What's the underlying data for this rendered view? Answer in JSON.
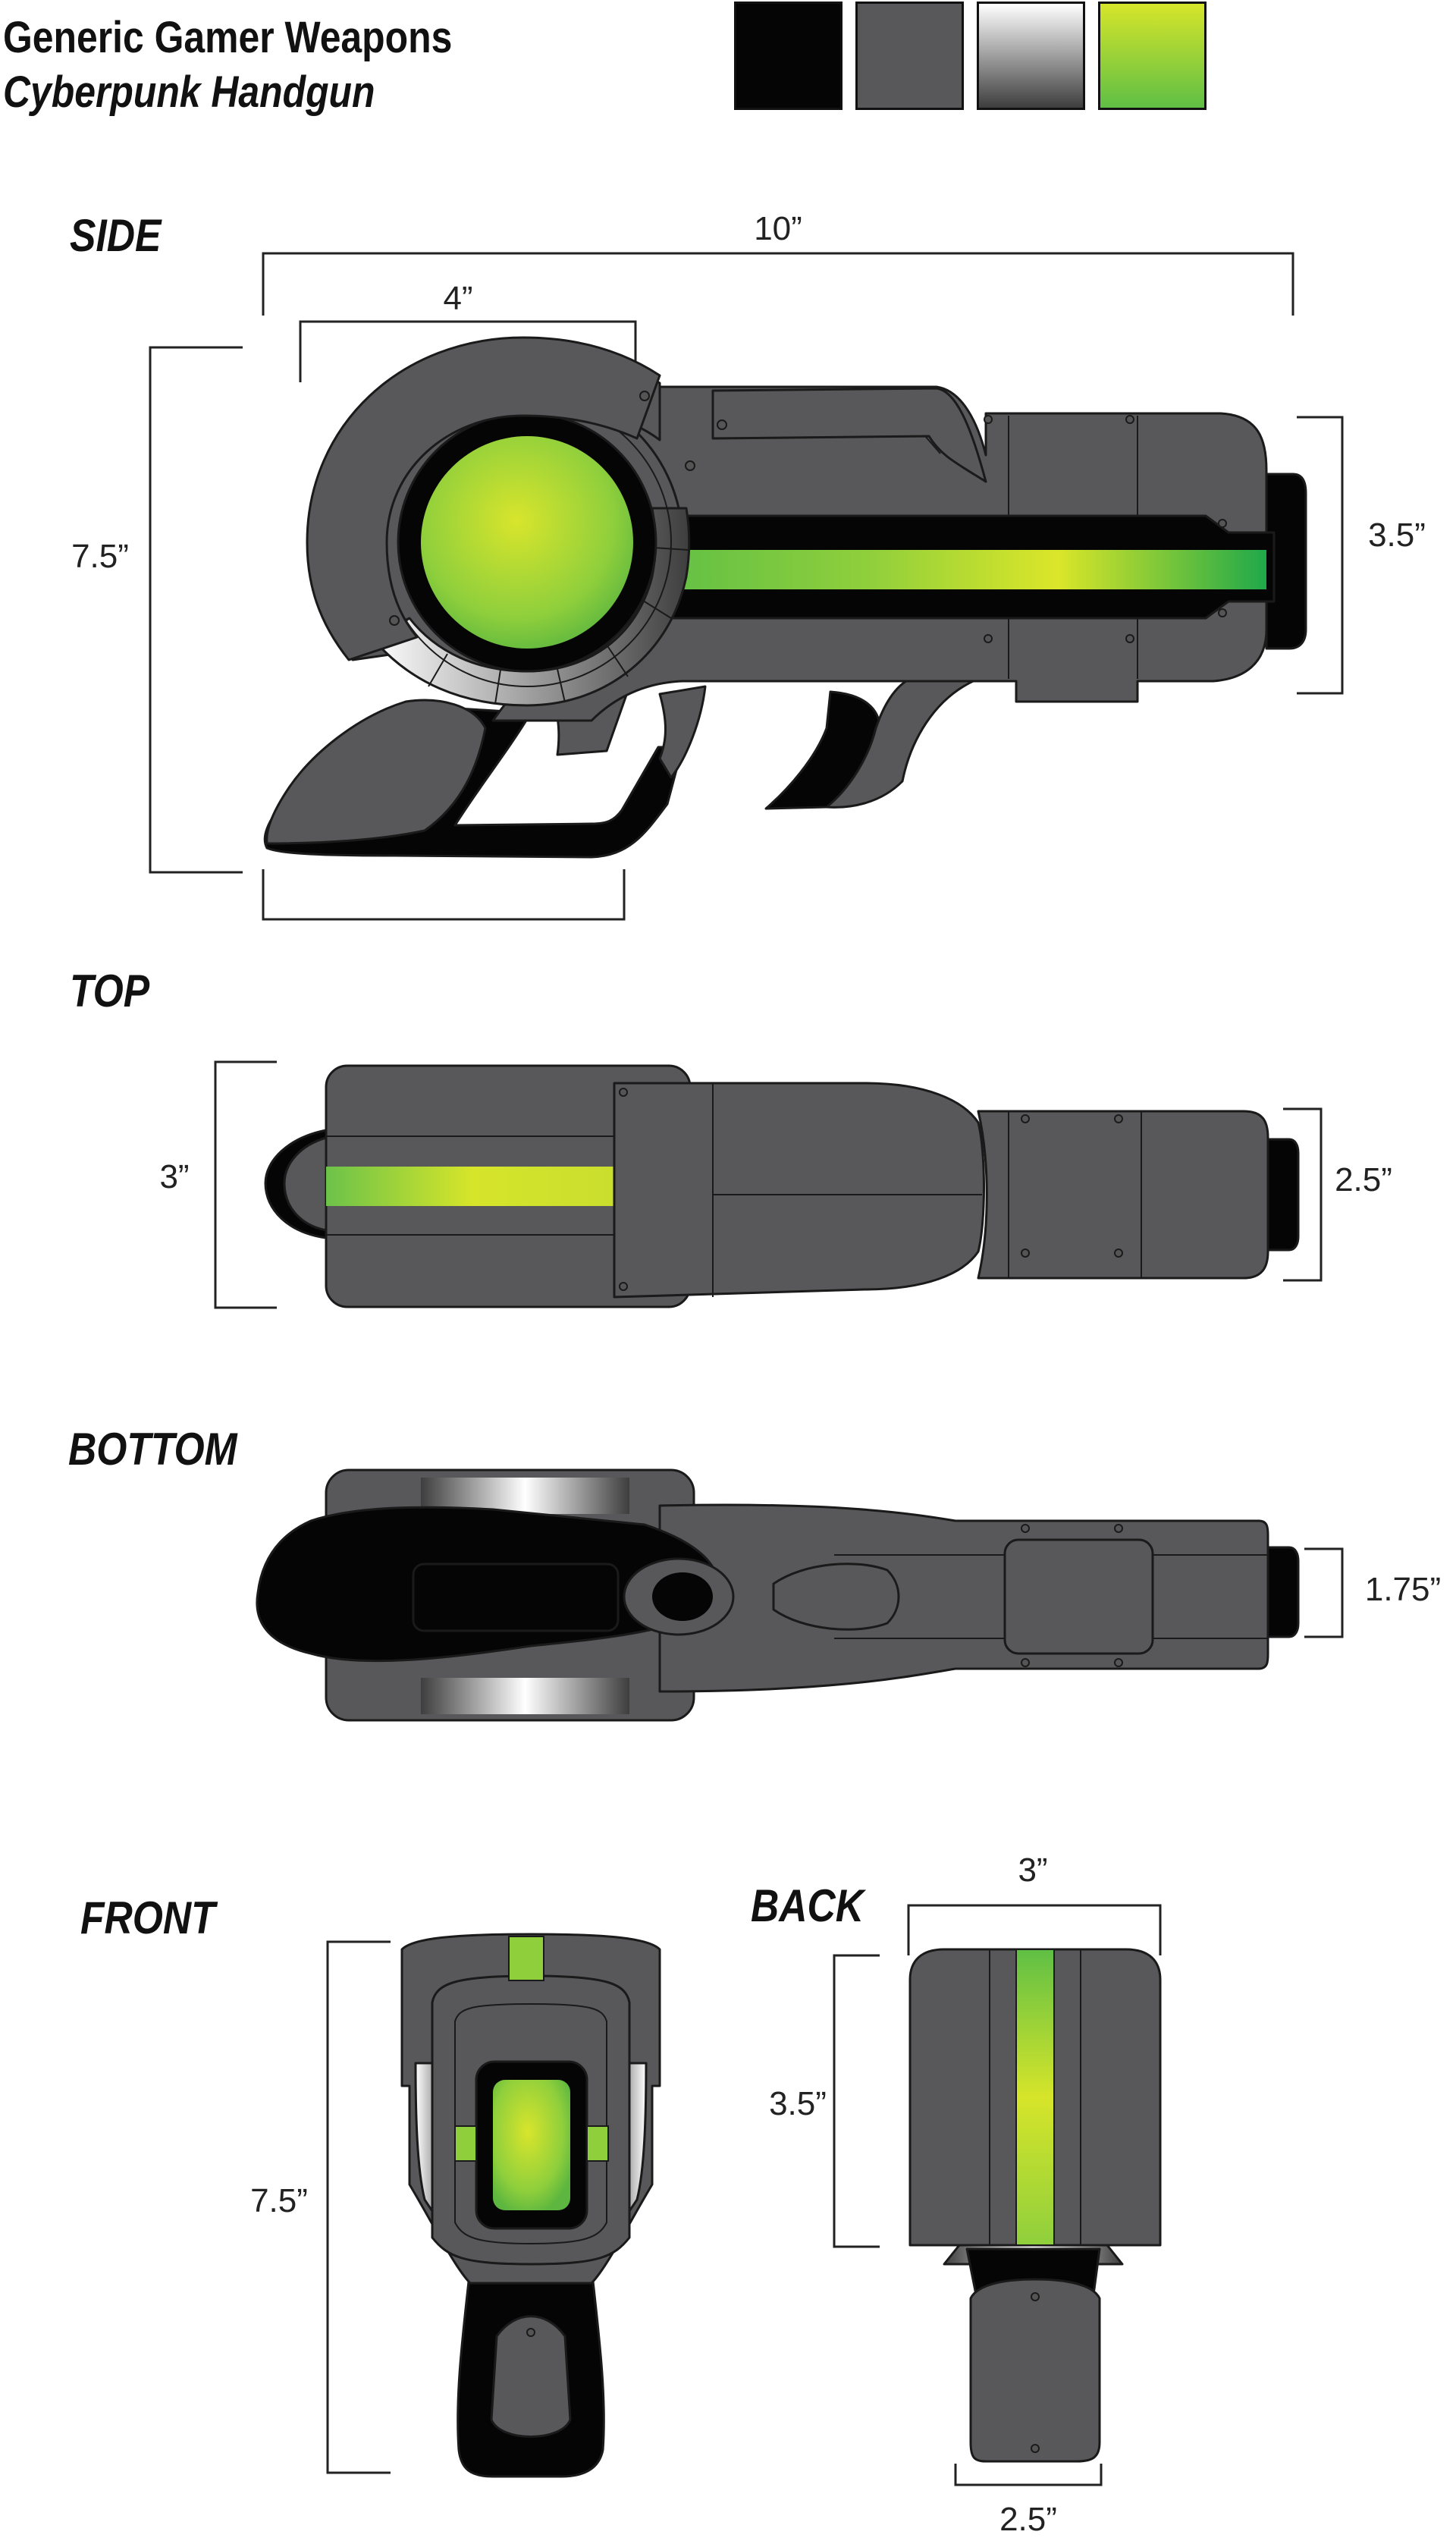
{
  "header": {
    "title": "Generic Gamer Weapons",
    "subtitle": "Cyberpunk Handgun"
  },
  "palette": {
    "black": "#050505",
    "gray": "#58585a",
    "chrome_light": "#ffffff",
    "chrome_dark": "#4a4a4a",
    "green_bright": "#d6e52a",
    "green": "#6cc24a",
    "green_deep": "#29a84a"
  },
  "views": {
    "side": {
      "label": "SIDE",
      "dims": {
        "overall_length": "10”",
        "drum_width": "4”",
        "height": "7.5”",
        "barrel_height": "3.5”"
      }
    },
    "top": {
      "label": "TOP",
      "dims": {
        "width": "3”",
        "barrel_width": "2.5”"
      }
    },
    "bottom": {
      "label": "BOTTOM",
      "dims": {
        "muzzle": "1.75”"
      }
    },
    "front": {
      "label": "FRONT",
      "dims": {
        "height": "7.5”"
      }
    },
    "back": {
      "label": "BACK",
      "dims": {
        "width": "3”",
        "height": "3.5”",
        "grip_width": "2.5”"
      }
    }
  }
}
